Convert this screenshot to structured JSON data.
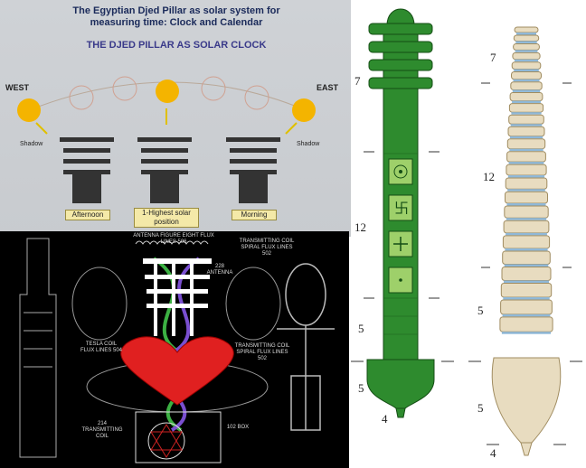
{
  "solar": {
    "title_line1": "The Egyptian Djed Pillar as solar system for",
    "title_line2": "measuring time: Clock and Calendar",
    "subtitle": "THE DJED PILLAR AS SOLAR CLOCK",
    "west": "WEST",
    "east": "EAST",
    "sun_number": "1",
    "shadow_left": "Shadow",
    "shadow_right": "Shadow",
    "captions": [
      "Afternoon",
      "1-Highest solar position",
      "Morning"
    ]
  },
  "diagram": {
    "labels": [
      "ANTENNA FIGURE EIGHT FLUX LINES 506",
      "TRANSMITTING COIL SPIRAL FLUX LINES 502",
      "228 ANTENNA",
      "TESLA COIL FLUX LINES 504",
      "TRANSMITTING COIL SPIRAL FLUX LINES 502",
      "214 TRANSMITTING COIL",
      "102 BOX"
    ]
  },
  "tall_djed": {
    "numbers": [
      "7",
      "12",
      "5",
      "5",
      "4"
    ]
  },
  "spine": {
    "numbers": [
      "7",
      "12",
      "5",
      "5",
      "4"
    ]
  },
  "colors": {
    "djed_green": "#2e8b2e",
    "heart_red": "#e02020",
    "bone": "#e8dcc0",
    "disc": "#8fb8d8"
  }
}
